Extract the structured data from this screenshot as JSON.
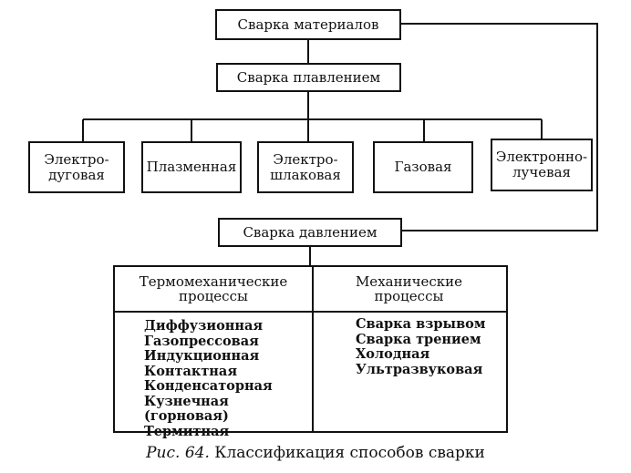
{
  "root": {
    "label": "Сварка материалов"
  },
  "fusion": {
    "label": "Сварка плавлением",
    "types": [
      {
        "label": "Электро-\nдуговая"
      },
      {
        "label": "Плазменная"
      },
      {
        "label": "Электро-\nшлаковая"
      },
      {
        "label": "Газовая"
      },
      {
        "label": "Электронно-\nлучевая"
      }
    ]
  },
  "pressure": {
    "label": "Сварка давлением",
    "thermo": {
      "header": "Термомеханические\nпроцессы",
      "items": [
        "Диффузионная",
        "Газопрессовая",
        "Индукционная",
        "Контактная",
        "Конденсаторная",
        "Кузнечная (горновая)",
        "Термитная"
      ]
    },
    "mechanical": {
      "header": "Механические\nпроцессы",
      "items": [
        "Сварка взрывом",
        "Сварка трением",
        "Холодная",
        "Ультразвуковая"
      ]
    }
  },
  "caption": {
    "figure": "Рис. 64.",
    "text": "Классификация способов сварки"
  }
}
